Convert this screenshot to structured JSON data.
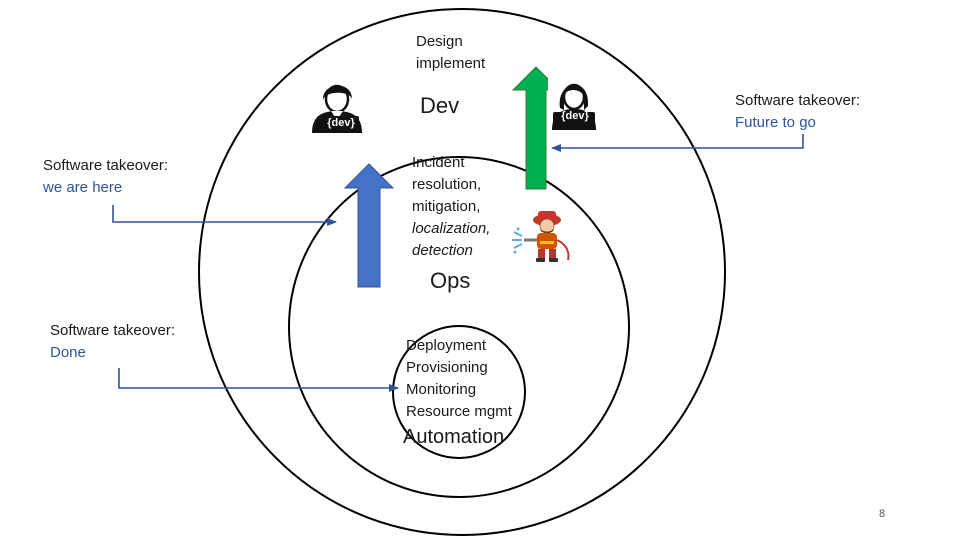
{
  "outer": {
    "design_line1": "Design",
    "design_line2": "implement",
    "dev_label": "Dev"
  },
  "middle": {
    "lines": [
      "Incident",
      "resolution,",
      "mitigation,",
      "localization,",
      "detection"
    ],
    "ops_label": "Ops"
  },
  "inner": {
    "lines": [
      "Deployment",
      "Provisioning",
      "Monitoring",
      "Resource mgmt"
    ],
    "automation_label": "Automation"
  },
  "annotations": {
    "future": {
      "title": "Software takeover:",
      "status": "Future to go"
    },
    "here": {
      "title": "Software takeover:",
      "status": "we are here"
    },
    "done": {
      "title": "Software takeover:",
      "status": "Done"
    }
  },
  "icons": {
    "dev_badge_left": "{dev}",
    "dev_badge_right": "{dev}"
  },
  "colors": {
    "circle_stroke": "#000000",
    "up_arrow_ops": "#4472c4",
    "up_arrow_dev": "#00b050",
    "pointer_line": "#2f5597"
  },
  "page_number": "8"
}
